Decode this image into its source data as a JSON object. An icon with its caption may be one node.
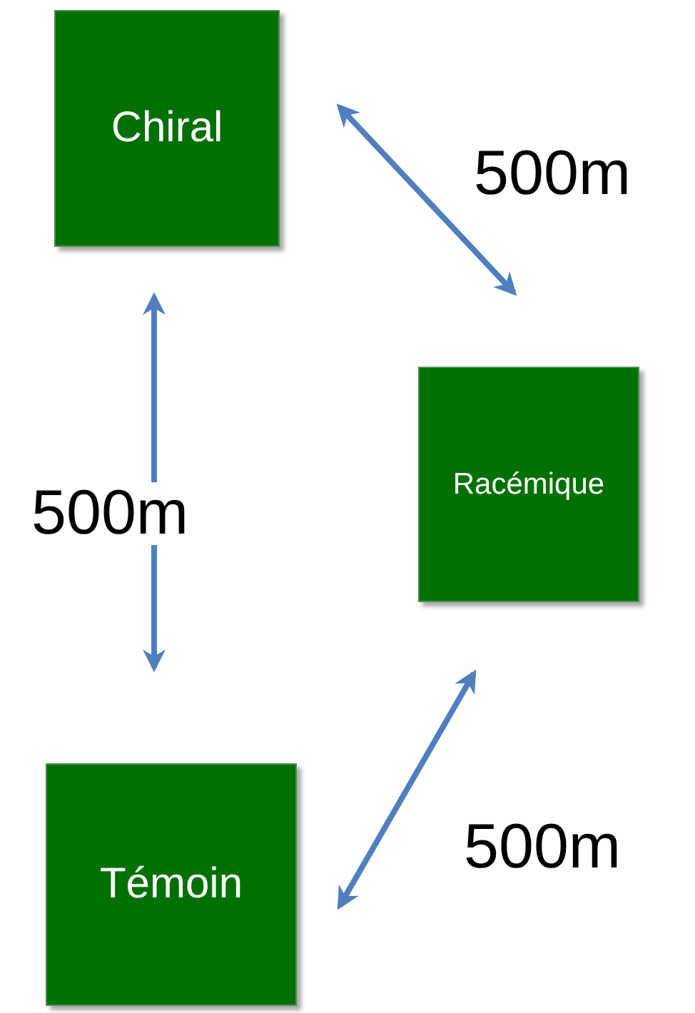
{
  "diagram": {
    "nodes": [
      {
        "text": [
          "Chiral"
        ]
      },
      {
        "text": [
          "Racémique"
        ]
      },
      {
        "text": [
          "Témoin"
        ]
      }
    ],
    "edges": [
      {
        "from": 0,
        "to": 1,
        "arrow": "both",
        "label": "500m"
      },
      {
        "from": 0,
        "to": 2,
        "arrow": "both",
        "label": "500m"
      },
      {
        "from": 1,
        "to": 2,
        "arrow": "both",
        "label": "500m"
      }
    ]
  }
}
